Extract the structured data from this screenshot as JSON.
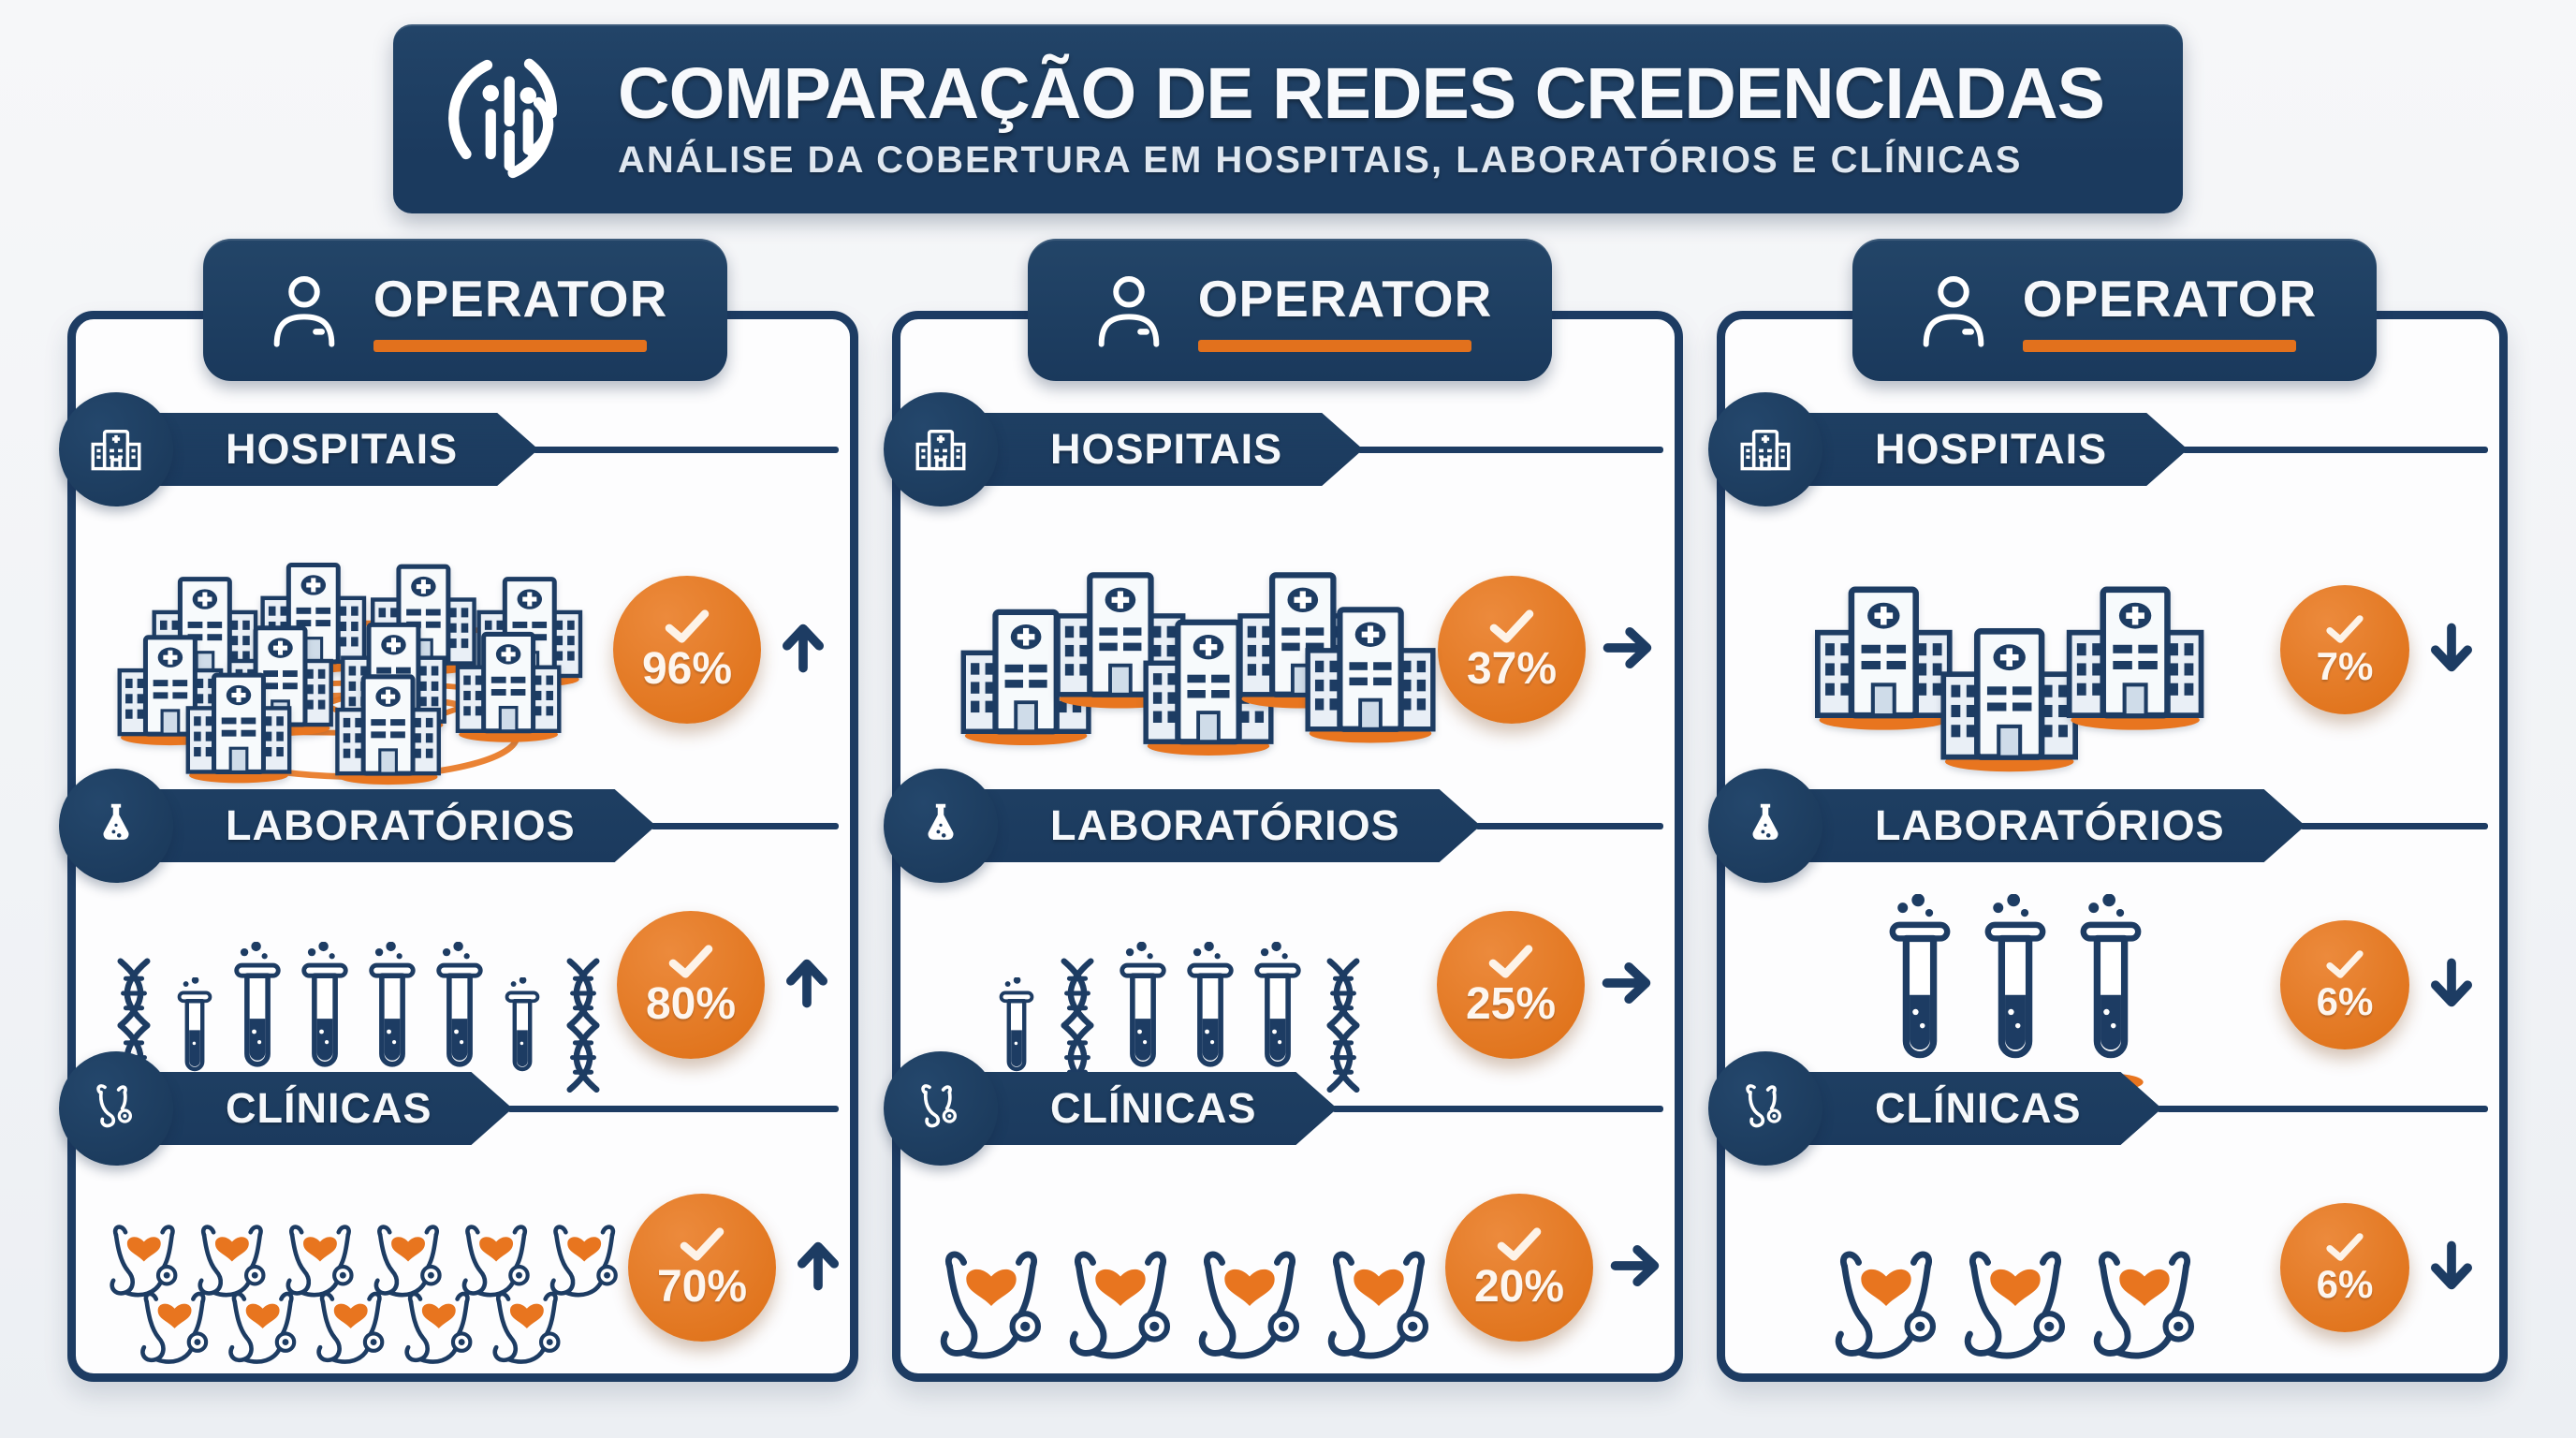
{
  "header": {
    "title": "COMPARAÇÃO DE REDES CREDENCIADAS",
    "subtitle": "ANÁLISE DA COBERTURA EM HOSPITAIS, LABORATÓRIOS E CLÍNICAS",
    "logo_icon": "people-network-logo"
  },
  "colors": {
    "navy": "#1d3c63",
    "orange": "#e2711d",
    "orange_light": "#e8751f",
    "card_background": "#fdfdfe",
    "text_light": "#f6f8fb"
  },
  "operators": [
    {
      "name": "OPERATOR",
      "hosp": {
        "label": "HOSPITAIS",
        "badge_icon": "hospital-building-icon",
        "value": "96%",
        "trend": "up",
        "count": 10,
        "network": true
      },
      "lab": {
        "label": "LABORATÓRIOS",
        "badge_icon": "flask-icon",
        "value": "80%",
        "trend": "up",
        "items": [
          "dna",
          "tube-sm",
          "tube",
          "tube",
          "tube",
          "tube",
          "tube-sm",
          "dna"
        ]
      },
      "cli": {
        "label": "CLÍNICAS",
        "badge_icon": "stethoscope-icon",
        "value": "70%",
        "trend": "up",
        "count": 11
      }
    },
    {
      "name": "OPERATOR",
      "hosp": {
        "label": "HOSPITAIS",
        "badge_icon": "hospital-building-icon",
        "value": "37%",
        "trend": "right",
        "count": 5,
        "network": false
      },
      "lab": {
        "label": "LABORATÓRIOS",
        "badge_icon": "flask-icon",
        "value": "25%",
        "trend": "right",
        "items": [
          "tube-sm",
          "dna",
          "tube",
          "tube",
          "tube",
          "dna"
        ]
      },
      "cli": {
        "label": "CLÍNICAS",
        "badge_icon": "stethoscope-icon",
        "value": "20%",
        "trend": "right",
        "count": 4
      }
    },
    {
      "name": "OPERATOR",
      "hosp": {
        "label": "HOSPITAIS",
        "badge_icon": "hospital-building-icon",
        "value": "7%",
        "trend": "down",
        "count": 3,
        "network": false
      },
      "lab": {
        "label": "LABORATÓRIOS",
        "badge_icon": "flask-icon",
        "value": "6%",
        "trend": "down",
        "items": [
          "tube",
          "tube",
          "tube"
        ]
      },
      "cli": {
        "label": "CLÍNICAS",
        "badge_icon": "stethoscope-icon",
        "value": "6%",
        "trend": "down",
        "count": 3
      }
    }
  ],
  "chart_data": {
    "type": "table",
    "title": "Comparação de Redes Credenciadas",
    "categories": [
      "HOSPITAIS",
      "LABORATÓRIOS",
      "CLÍNICAS"
    ],
    "series": [
      {
        "name": "Operator 1",
        "values": [
          96,
          80,
          70
        ],
        "trend": [
          "up",
          "up",
          "up"
        ]
      },
      {
        "name": "Operator 2",
        "values": [
          37,
          25,
          20
        ],
        "trend": [
          "right",
          "right",
          "right"
        ]
      },
      {
        "name": "Operator 3",
        "values": [
          7,
          6,
          6
        ],
        "trend": [
          "down",
          "down",
          "down"
        ]
      }
    ],
    "unit": "%"
  }
}
